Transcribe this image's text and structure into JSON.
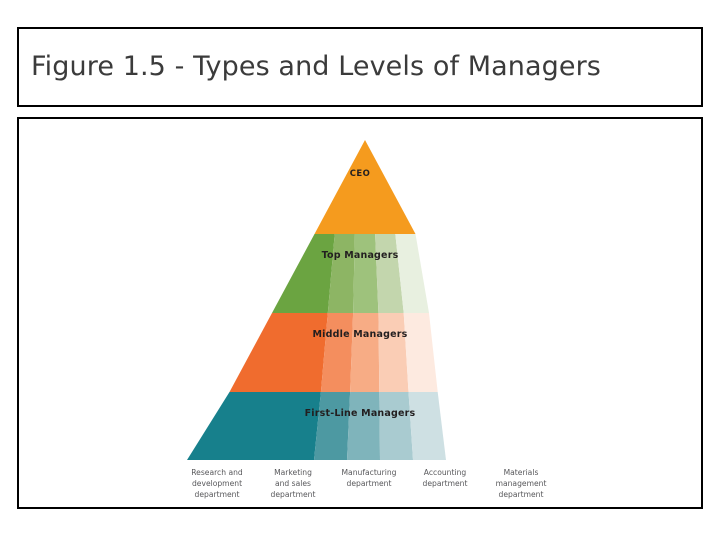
{
  "slide": {
    "title": "Figure 1.5 - Types and Levels of Managers"
  },
  "chart_data": {
    "type": "pyramid",
    "title": "Types and Levels of Managers",
    "orientation": "vertical",
    "tier_count": 4,
    "column_count": 5,
    "tiers": [
      {
        "label": "CEO",
        "level": 1,
        "base_color": "#F59B1E"
      },
      {
        "label": "Top Managers",
        "level": 2,
        "base_color": "#6BA441"
      },
      {
        "label": "Middle Managers",
        "level": 3,
        "base_color": "#F06C2E"
      },
      {
        "label": "First-Line Managers",
        "level": 4,
        "base_color": "#17808C"
      }
    ],
    "columns": [
      "Research and\ndevelopment\ndepartment",
      "Marketing\nand sales\ndepartment",
      "Manufacturing\ndepartment",
      "Accounting\ndepartment",
      "Materials\nmanagement\ndepartment"
    ],
    "tints": {
      "ceo": [
        "#F59B1E",
        "#F59B1E",
        "#F59B1E",
        "#F59B1E",
        "#F59B1E"
      ],
      "top": [
        "#6BA441",
        "#8DB564",
        "#9EC27C",
        "#C3D6AD",
        "#E8F0E0"
      ],
      "middle": [
        "#F06C2E",
        "#F48E5E",
        "#F7AC85",
        "#FACDB5",
        "#FDEAE0"
      ],
      "first": [
        "#17808C",
        "#4D99A2",
        "#7FB4BB",
        "#A9CBD0",
        "#CEE0E3"
      ]
    },
    "legend_position": "below",
    "grid": false
  },
  "diagram": {
    "tier_labels": {
      "ceo": "CEO",
      "top": "Top Managers",
      "middle": "Middle Managers",
      "first": "First-Line Managers"
    },
    "departments": [
      "Research and\ndevelopment\ndepartment",
      "Marketing\nand sales\ndepartment",
      "Manufacturing\ndepartment",
      "Accounting\ndepartment",
      "Materials\nmanagement\ndepartment"
    ]
  }
}
